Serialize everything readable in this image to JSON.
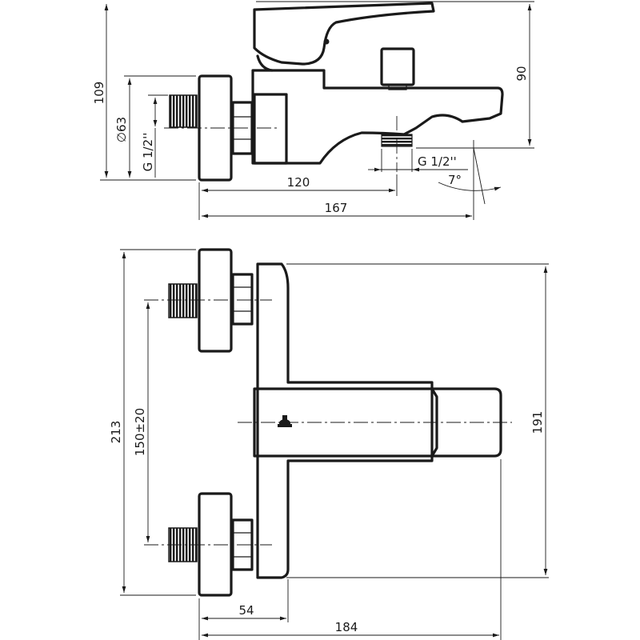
{
  "drawing": {
    "side_view": {
      "dim_height_total": "109",
      "dim_height_spout": "90",
      "dim_flange_dia": "∅63",
      "dim_inlet_thread": "G 1/2''",
      "dim_outlet_thread": "G 1/2''",
      "dim_spout_angle": "7°",
      "dim_depth_outlet": "120",
      "dim_depth_total": "167"
    },
    "top_view": {
      "dim_overall_width": "213",
      "dim_body_width": "191",
      "dim_inlet_spacing": "150±20",
      "dim_wall_to_body": "54",
      "dim_overall_depth": "184"
    }
  }
}
